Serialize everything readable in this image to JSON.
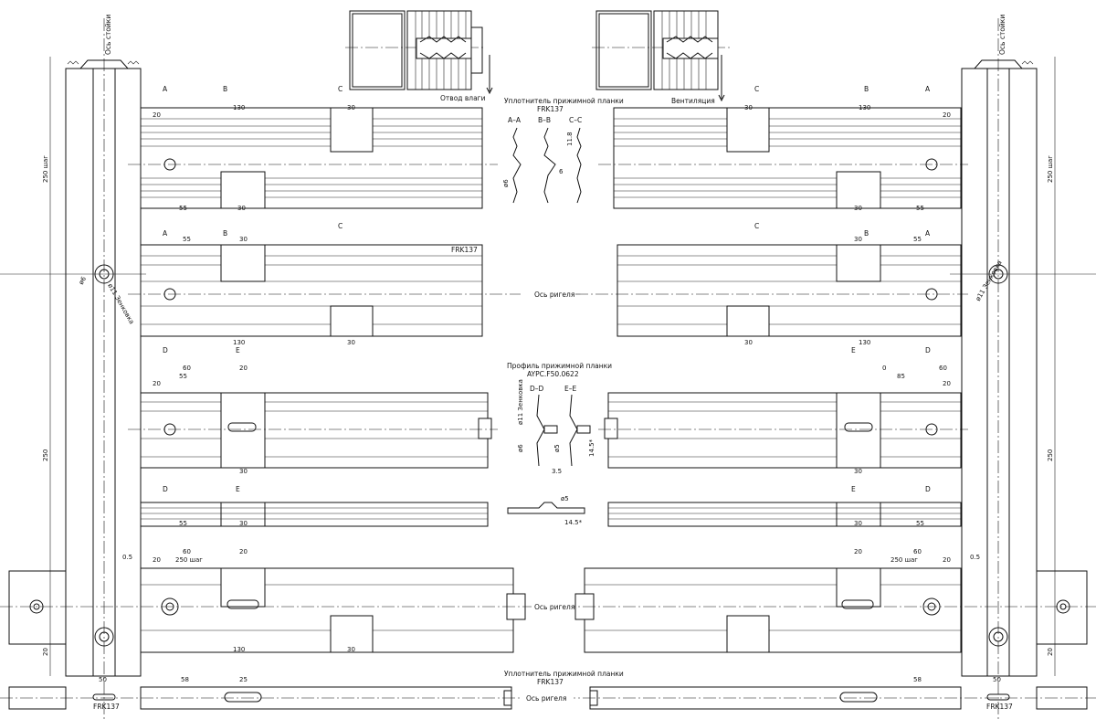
{
  "drawing": {
    "vertical_axis_label": "Ось стойки",
    "rail_axis_label": "Ось ригеля",
    "clamp_seal_label": "Уплотнитель прижимной планки",
    "seal_code": "FRK137",
    "clamp_profile_label": "Профиль прижимной планки",
    "clamp_profile_code": "AYPC.F50.0622",
    "drainage_label": "Отвод влаги",
    "ventilation_label": "Вентиляция",
    "stroke_color": "#111111",
    "background_color": "#ffffff"
  },
  "sections": {
    "AA": "А–А",
    "BB": "В–В",
    "CC": "С–С",
    "DD": "D–D",
    "EE": "E–E",
    "A": "А",
    "B": "В",
    "C": "С",
    "D": "D",
    "E": "E"
  },
  "dimensions": {
    "d20": "20",
    "d130": "130",
    "d30": "30",
    "d55": "55",
    "d60": "60",
    "d85": "85",
    "d58": "58",
    "d25": "25",
    "d50": "50",
    "d0": "0",
    "d05": "0.5",
    "d250": "250",
    "d250step": "250 шаг",
    "d35": "3.5",
    "d145": "14.5*",
    "d118": "11.8",
    "d6": "6",
    "dia6": "ø6",
    "dia5": "ø5",
    "dia11": "ø11",
    "dia11zenk": "ø11 Зенковка"
  }
}
